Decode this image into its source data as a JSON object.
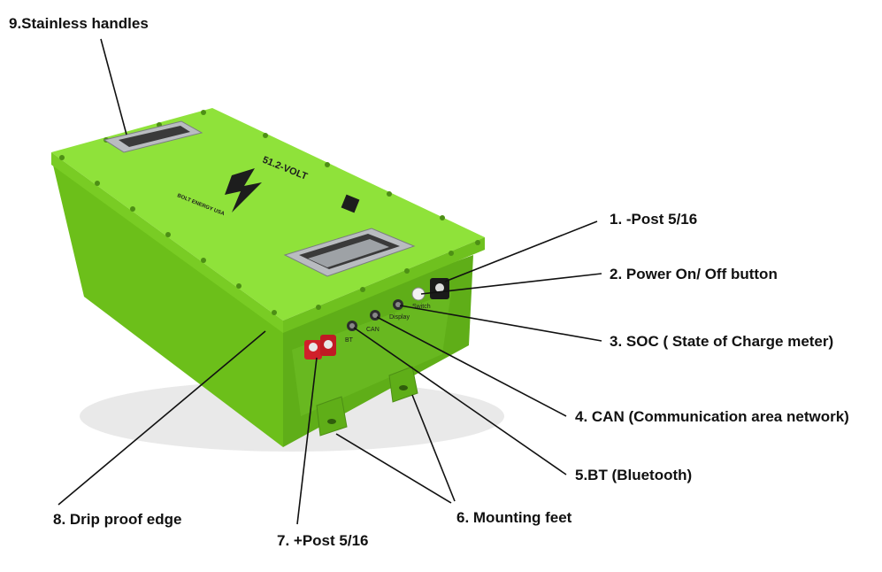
{
  "colors": {
    "body_green": "#7ed321",
    "lid_green": "#8fe23a",
    "shadow_green": "#5fae18",
    "handle_steel": "#b9bcc0",
    "positive_red": "#d0202a",
    "negative_black": "#1a1a1a",
    "leader_line": "#111111"
  },
  "battery": {
    "lid_text_voltage": "51.2-VOLT",
    "lid_text_brand": "BOLT ENERGY USA",
    "port_labels": [
      "BT",
      "CAN",
      "Display",
      "Switch"
    ]
  },
  "callouts": [
    {
      "id": "negative-post",
      "label": "1. -Post 5/16"
    },
    {
      "id": "power-button",
      "label": "2. Power On/ Off button"
    },
    {
      "id": "soc-meter",
      "label": "3. SOC ( State of Charge meter)"
    },
    {
      "id": "can-port",
      "label": "4. CAN (Communication area network)"
    },
    {
      "id": "bt-port",
      "label": "5.BT (Bluetooth)"
    },
    {
      "id": "mounting-feet",
      "label": "6. Mounting feet"
    },
    {
      "id": "positive-post",
      "label": "7. +Post 5/16"
    },
    {
      "id": "drip-edge",
      "label": "8. Drip proof edge"
    },
    {
      "id": "handles",
      "label": "9.Stainless handles"
    }
  ]
}
